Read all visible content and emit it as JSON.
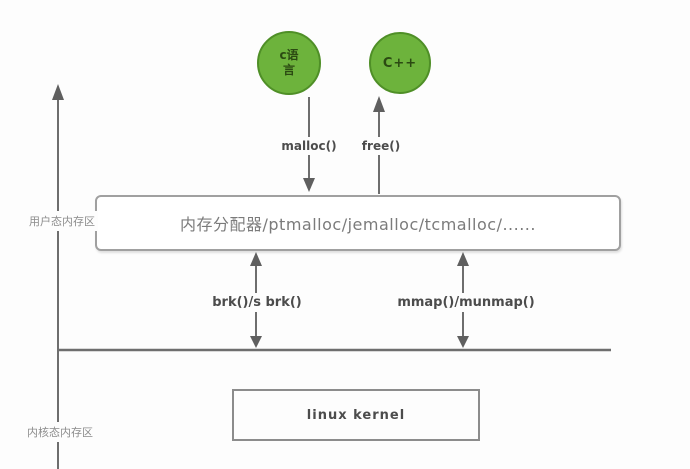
{
  "nodes": {
    "c_language": {
      "lines": [
        "c语",
        "言"
      ]
    },
    "cpp": {
      "label": "C++"
    },
    "allocator": {
      "label": "内存分配器/ptmalloc/jemalloc/tcmalloc/......"
    },
    "linux_kernel": {
      "label": "linux kernel"
    }
  },
  "edges": {
    "malloc": {
      "label": "malloc()"
    },
    "free": {
      "label": "free()"
    },
    "brk": {
      "label": "brk()/s brk()"
    },
    "mmap": {
      "label": "mmap()/munmap()"
    }
  },
  "regions": {
    "user_space": {
      "label": "用户态内存区"
    },
    "kernel_space": {
      "label": "内核态内存区"
    }
  },
  "colors": {
    "node_green_fill": "#6db33c",
    "node_green_border": "#4f8f27",
    "node_text_green": "#2b4a12",
    "line_gray": "#6e6e6e",
    "label_gray": "#4c4c4c",
    "region_label_gray": "#8c8c8c",
    "background": "#fdfdfd"
  }
}
